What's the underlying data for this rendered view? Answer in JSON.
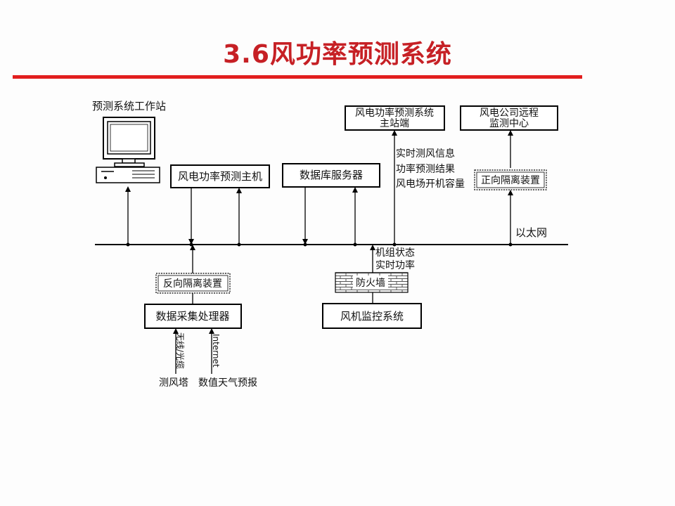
{
  "title": "3.6风功率预测系统",
  "colors": {
    "title": "#c62025",
    "rule": "#e21e1e",
    "line": "#000000",
    "background": "#fdfdfd"
  },
  "diagram": {
    "workstation_label": "预测系统工作站",
    "workstation_icon": "desktop-computer-icon",
    "boxes": {
      "prediction_host": "风电功率预测主机",
      "db_server": "数据库服务器",
      "main_station_line1": "风电功率预测系统",
      "main_station_line2": "主站端",
      "company_center_line1": "风电公司远程",
      "company_center_line2": "监测中心",
      "forward_isolation": "正向隔离装置",
      "reverse_isolation": "反向隔离装置",
      "firewall": "防火墙",
      "data_collector": "数据采集处理器",
      "turbine_monitor": "风机监控系统"
    },
    "labels": {
      "realtime_wind_info": "实时测风信息",
      "power_forecast_result": "功率预测结果",
      "farm_online_capacity": "风电场开机容量",
      "ethernet": "以太网",
      "unit_status": "机组状态",
      "realtime_power": "实时功率",
      "wireless_fiber": "无线/光缆",
      "internet": "Internet",
      "met_mast": "测风塔",
      "nwp": "数值天气预报"
    }
  }
}
